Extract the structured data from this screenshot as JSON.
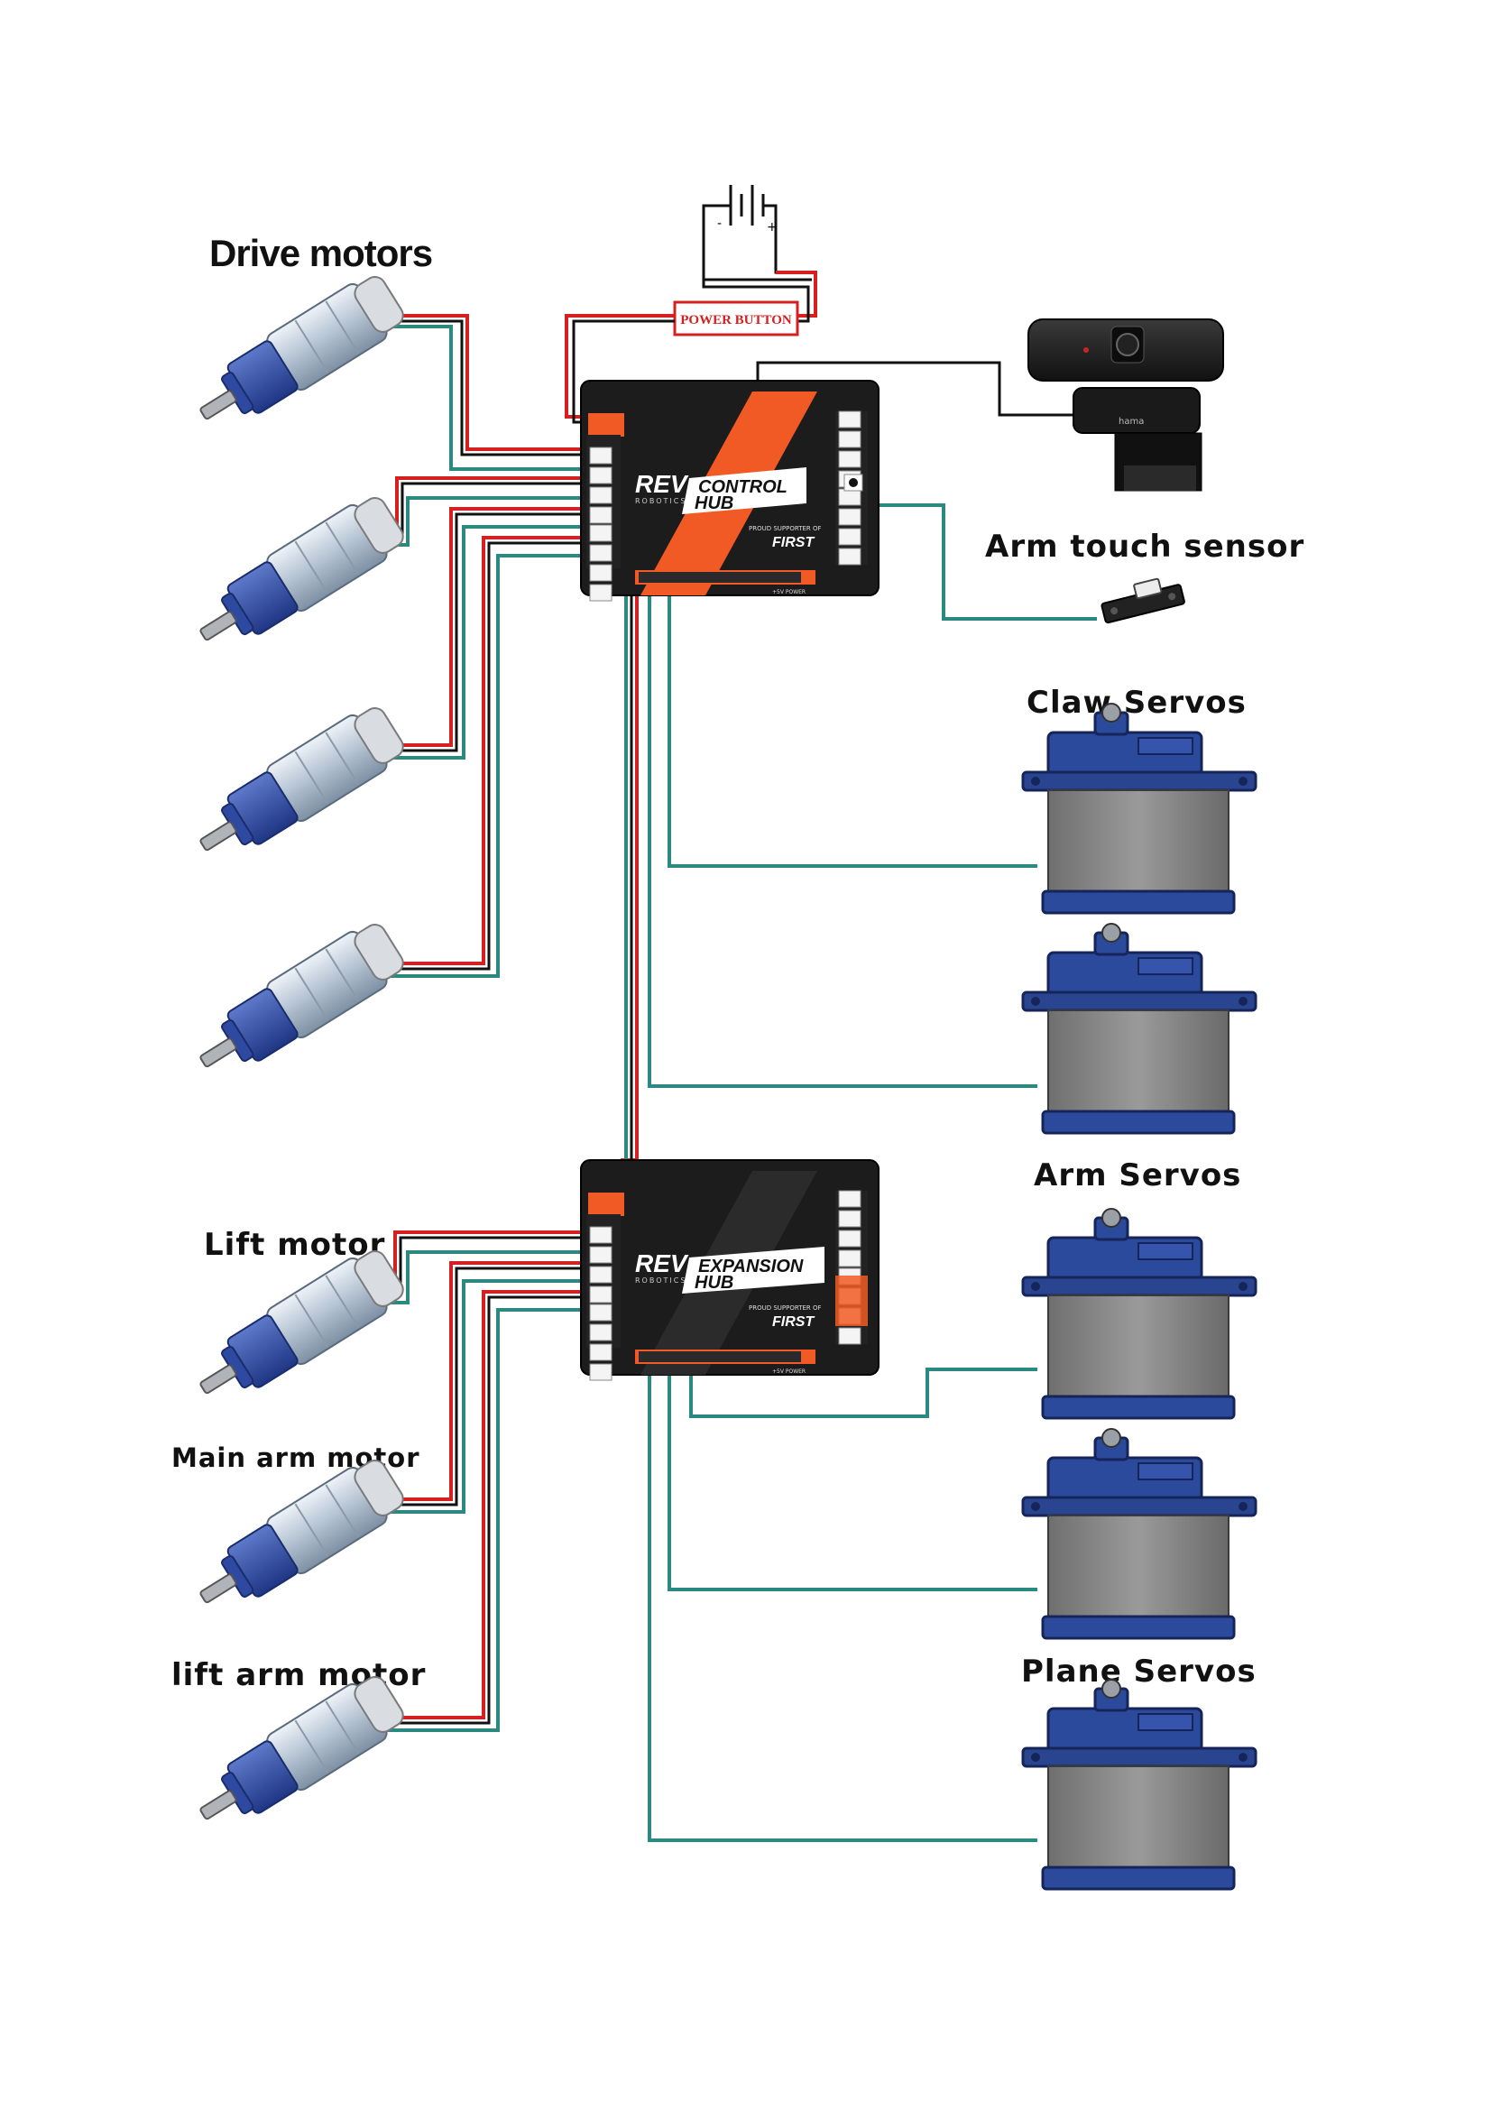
{
  "labels": {
    "drive_motors": "Drive motors",
    "lift_motor": "Lift motor",
    "main_arm_motor": "Main arm motor",
    "lift_arm_motor": "lift arm motor",
    "arm_touch_sensor": "Arm touch sensor",
    "claw_servos": "Claw Servos",
    "arm_servos": "Arm Servos",
    "plane_servos": "Plane Servos"
  },
  "power_button": "POWER BUTTON",
  "control_hub": {
    "brand": "REV",
    "brand_sub": "ROBOTICS",
    "name_line1": "CONTROL",
    "name_line2": "HUB",
    "supporter": "PROUD SUPPORTER OF",
    "first": "FIRST",
    "power_text": "+5V POWER"
  },
  "expansion_hub": {
    "brand": "REV",
    "brand_sub": "ROBOTICS",
    "name_line1": "EXPANSION",
    "name_line2": "HUB",
    "supporter": "PROUD SUPPORTER OF",
    "first": "FIRST",
    "power_text": "+5V POWER"
  },
  "webcam_brand": "hama",
  "colors": {
    "wire_red": "#d42020",
    "wire_black": "#111111",
    "wire_teal": "#2a8a82",
    "hub_body": "#1c1c1c",
    "hub_accent": "#f15a24",
    "servo_blue": "#2c4a9c",
    "servo_gray": "#8a8a8a"
  },
  "icons": [
    "dc-motor-icon",
    "servo-icon",
    "rev-control-hub-icon",
    "rev-expansion-hub-icon",
    "webcam-icon",
    "touch-sensor-icon",
    "battery-icon",
    "power-button-icon"
  ]
}
